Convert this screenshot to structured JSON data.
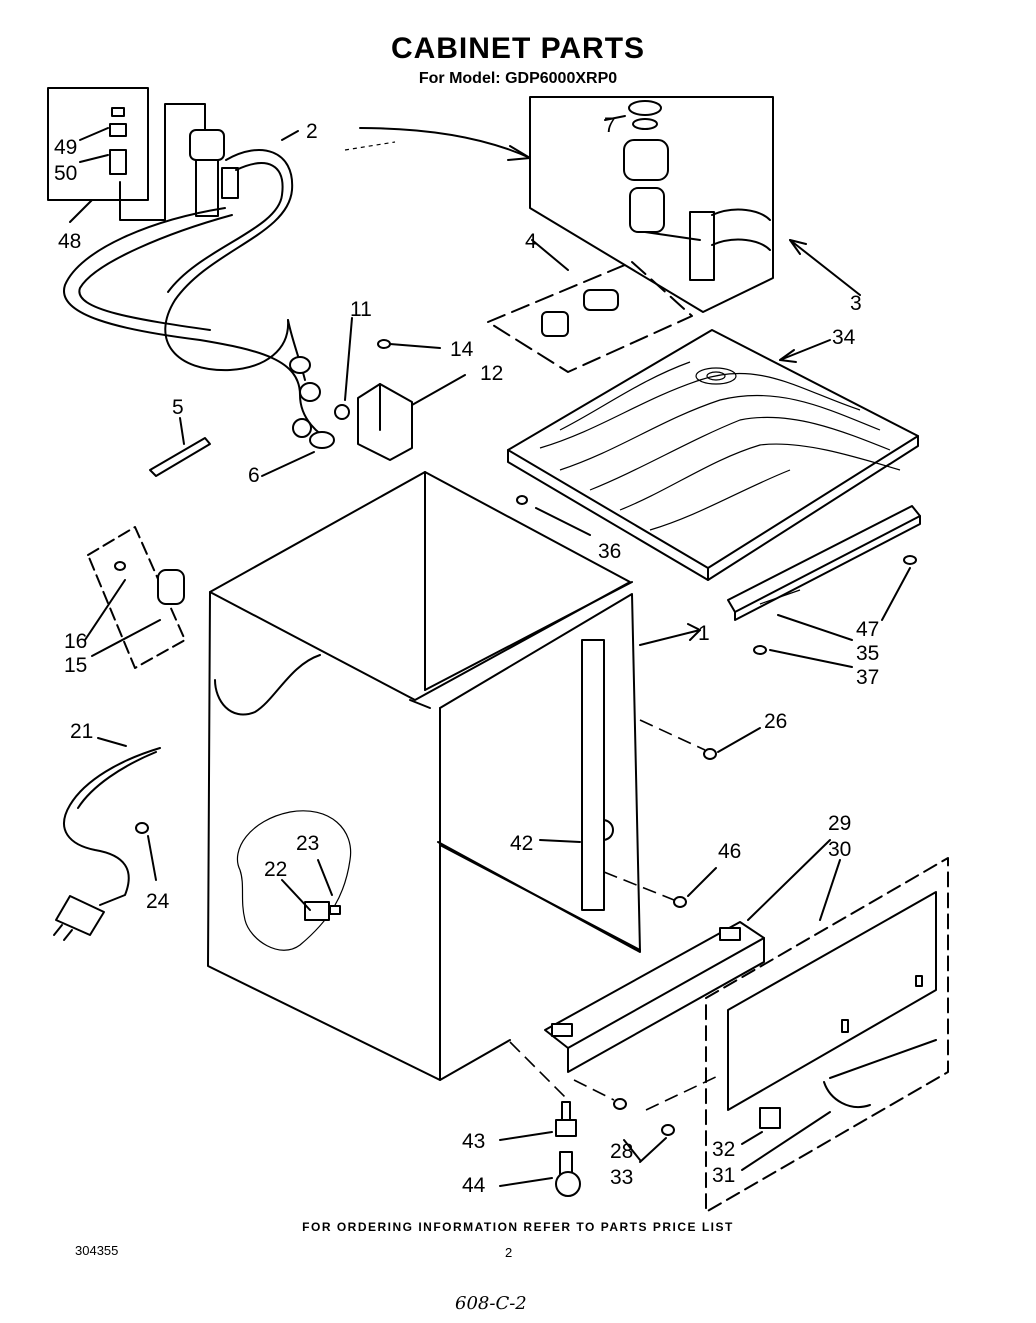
{
  "title": "CABINET PARTS",
  "subtitle": "For Model: GDP6000XRP0",
  "footer": "FOR ORDERING INFORMATION REFER TO PARTS PRICE LIST",
  "document_number": "304355",
  "page_number": "2",
  "handwritten_note": "608-C-2",
  "callouts": {
    "c1": "1",
    "c2": "2",
    "c3": "3",
    "c4": "4",
    "c5": "5",
    "c6": "6",
    "c7": "7",
    "c11": "11",
    "c12": "12",
    "c14": "14",
    "c15": "15",
    "c16": "16",
    "c21": "21",
    "c22": "22",
    "c23": "23",
    "c24": "24",
    "c26": "26",
    "c28": "28",
    "c29": "29",
    "c30": "30",
    "c31": "31",
    "c32": "32",
    "c33": "33",
    "c34": "34",
    "c35": "35",
    "c36": "36",
    "c37": "37",
    "c42": "42",
    "c43": "43",
    "c44": "44",
    "c46": "46",
    "c47": "47",
    "c48": "48",
    "c49": "49",
    "c50": "50"
  }
}
